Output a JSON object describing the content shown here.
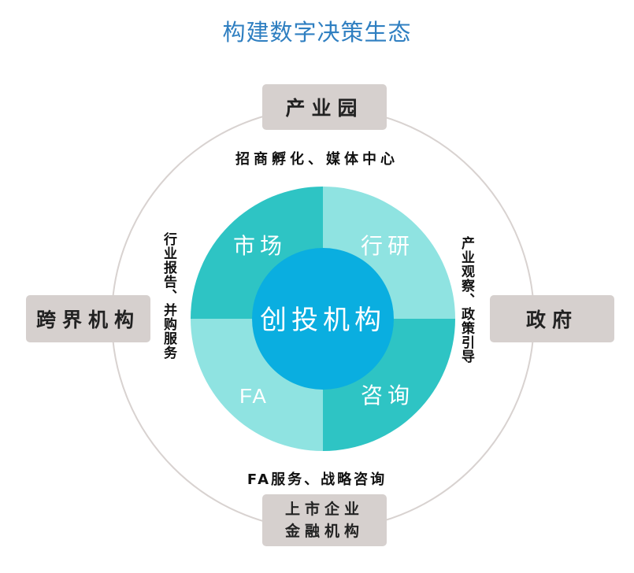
{
  "title": "构建数字决策生态",
  "center": {
    "label": "创投机构",
    "color": "#0aaee0"
  },
  "quadrants": {
    "top_left": {
      "label": "市场",
      "color": "#2ec4c4"
    },
    "top_right": {
      "label": "行研",
      "color": "#8fe3e1"
    },
    "bottom_left": {
      "label": "FA",
      "color": "#8fe3e1"
    },
    "bottom_right": {
      "label": "咨询",
      "color": "#2ec4c4"
    }
  },
  "nodes": {
    "top": "产业园",
    "left": "跨界机构",
    "right": "政府",
    "bottom_line1": "上市企业",
    "bottom_line2": "金融机构"
  },
  "captions": {
    "top": "招商孵化、媒体中心",
    "left": "行业报告、并购服务",
    "right": "产业观察、政策引导",
    "bottom": "FA服务、战略咨询"
  }
}
